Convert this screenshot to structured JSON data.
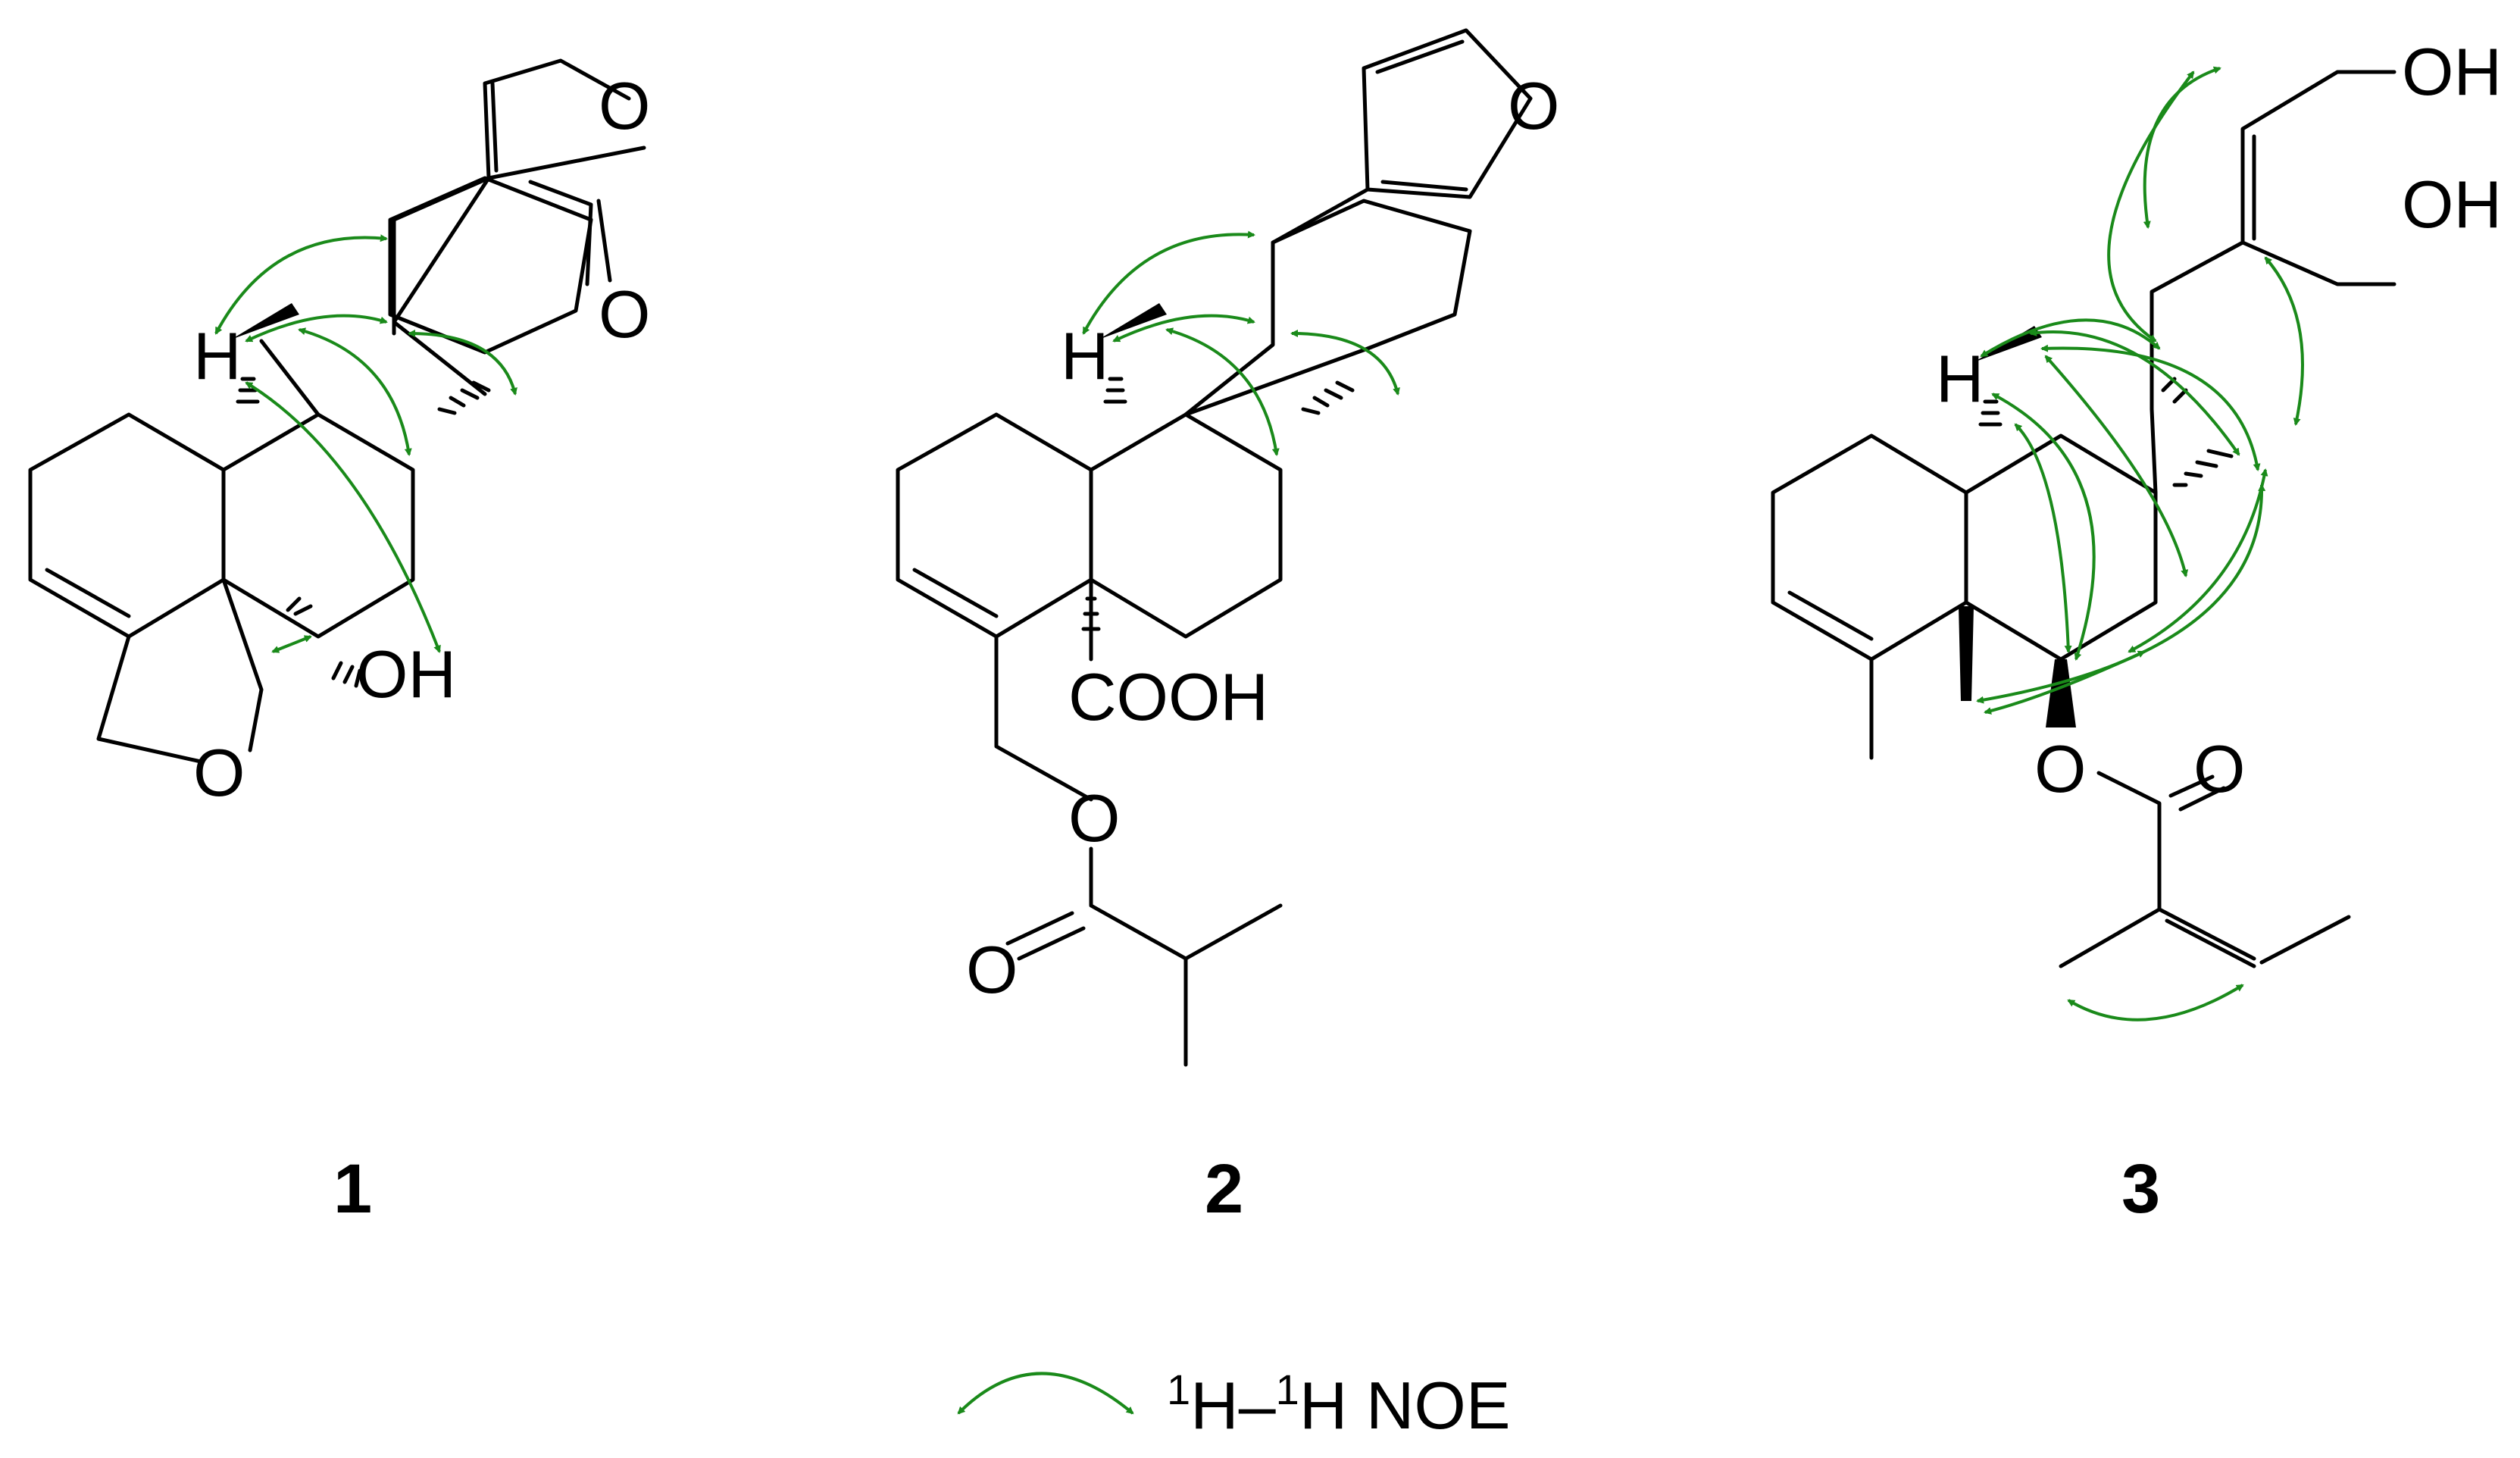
{
  "compounds": [
    {
      "id": "1",
      "atoms": [
        "O",
        "O",
        "H",
        "OH",
        "O"
      ]
    },
    {
      "id": "2",
      "atoms": [
        "O",
        "H",
        "COOH",
        "O",
        "O"
      ]
    },
    {
      "id": "3",
      "atoms": [
        "OH",
        "OH",
        "H",
        "O",
        "O"
      ]
    }
  ],
  "legend": {
    "sup1": "1",
    "h1": "H–",
    "sup2": "1",
    "rest": "H NOE",
    "arrow_color": "#1a8a1a"
  },
  "colors": {
    "bond": "#000000",
    "noe": "#1a8a1a",
    "background": "#ffffff"
  }
}
